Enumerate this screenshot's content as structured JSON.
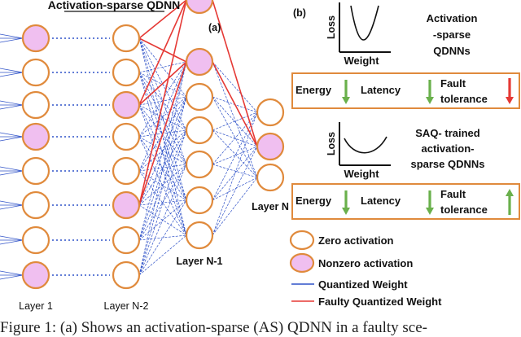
{
  "title": "Activation-sparse QDNN",
  "panel_a_label": "(a)",
  "panel_b_label": "(b)",
  "layers": [
    {
      "label": "Layer 1",
      "nodes": [
        true,
        false,
        false,
        true,
        false,
        false,
        false,
        true
      ]
    },
    {
      "label": "Layer N-2",
      "nodes": [
        false,
        false,
        true,
        false,
        false,
        true,
        false,
        false
      ]
    },
    {
      "label": "Layer N-1",
      "nodes": [
        true,
        false,
        false,
        false,
        false,
        false,
        true
      ]
    },
    {
      "label": "Layer N",
      "nodes": [
        false,
        true,
        false
      ]
    }
  ],
  "plots": [
    {
      "ylabel": "Loss",
      "xlabel": "Weight",
      "curve": "sharp",
      "description": [
        "Activation",
        "-sparse",
        "QDNNs"
      ]
    },
    {
      "ylabel": "Loss",
      "xlabel": "Weight",
      "curve": "flat",
      "description": [
        "SAQ- trained",
        "activation-",
        "sparse QDNNs"
      ]
    }
  ],
  "metric_boxes": [
    {
      "energy": "Energy",
      "latency": "Latency",
      "fault": [
        "Fault",
        "tolerance"
      ],
      "energy_dir": "down",
      "latency_dir": "down",
      "fault_dir": "down",
      "fault_color": "#e53935"
    },
    {
      "energy": "Energy",
      "latency": "Latency",
      "fault": [
        "Fault",
        "tolerance"
      ],
      "energy_dir": "down",
      "latency_dir": "down",
      "fault_dir": "up",
      "fault_color": "#6ab04c"
    }
  ],
  "legend": [
    {
      "kind": "node",
      "fill": "#ffffff",
      "label": "Zero activation"
    },
    {
      "kind": "node",
      "fill": "#f0bff0",
      "label": "Nonzero activation"
    },
    {
      "kind": "line",
      "color": "#2f52c8",
      "label": "Quantized Weight"
    },
    {
      "kind": "line",
      "color": "#e53935",
      "label": "Faulty Quantized Weight"
    }
  ],
  "caption": "Figure 1: (a) Shows an activation-sparse (AS) QDNN in a faulty sce-",
  "colors": {
    "node_stroke": "#e08a3c",
    "nonzero_fill": "#f0bff0",
    "weight_blue": "#2f52c8",
    "weight_red": "#e53935",
    "arrow_green": "#6ab04c",
    "box_border": "#e08a3c"
  }
}
